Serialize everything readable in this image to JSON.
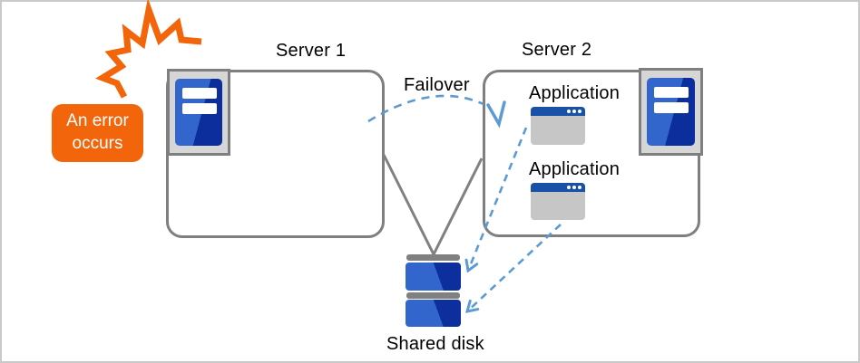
{
  "error_callout": {
    "label": "An error occurs",
    "fill": "#F2650A",
    "text_color": "#FFFFFF"
  },
  "server1": {
    "label": "Server 1"
  },
  "server2": {
    "label": "Server 2",
    "apps": [
      {
        "label": "Application"
      },
      {
        "label": "Application"
      }
    ]
  },
  "failover": {
    "label": "Failover"
  },
  "shared_disk": {
    "label": "Shared disk"
  },
  "icons": {
    "error_spark": "error-spark-icon (orange zigzag burst)",
    "server_tower": "server-tower-icon (blue tower in gray frame)",
    "application_window": "application-window-icon (blue titlebar, three dots, gray body)",
    "shared_disk": "shared-disk-icon (two blue platters with gray caps)"
  },
  "colors": {
    "accent_orange": "#F2650A",
    "dashed_arrow_blue": "#5B9BD5",
    "connector_gray": "#808080",
    "box_border_gray": "#7F7F7F",
    "server_blue_light": "#3366CC",
    "server_blue_dark": "#0C2E9D",
    "titlebar_blue": "#1A51A8",
    "window_body_gray": "#C6C6C6",
    "icon_frame_gray": "#D6D6D6",
    "canvas_border": "#C9C9C9",
    "text_black": "#000000"
  }
}
